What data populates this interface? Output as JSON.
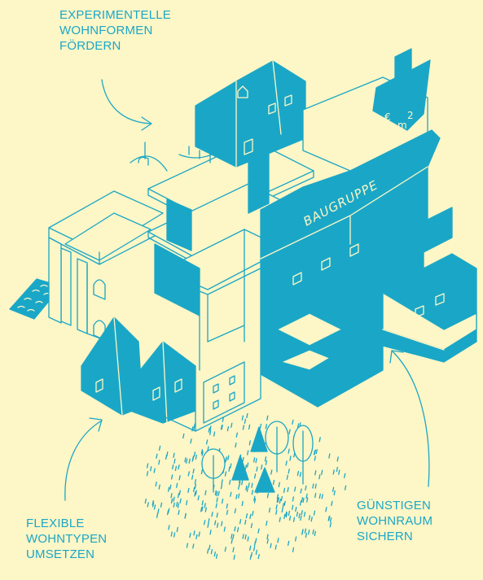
{
  "captions": {
    "top": [
      "EXPERIMENTELLE",
      "WOHNFORMEN",
      "FÖRDERN"
    ],
    "right": [
      "GÜNSTIGEN",
      "WOHNRAUM",
      "SICHERN"
    ],
    "left": [
      "FLEXIBLE",
      "WOHNTYPEN",
      "UMSETZEN"
    ]
  },
  "building_sign": "BAUGRUPPE",
  "price_arrow": {
    "currency": "€",
    "unit": "m",
    "exponent": "2"
  },
  "colors": {
    "background": "#fdf6c6",
    "accent": "#1aa7c7"
  }
}
